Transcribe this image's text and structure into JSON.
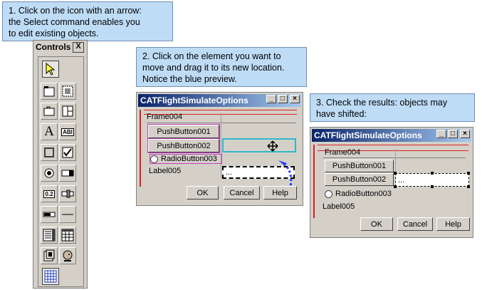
{
  "callouts": {
    "step1": [
      "1. Click on the icon with an arrow:",
      "the Select command enables you",
      "to edit existing objects."
    ],
    "step2": [
      "2. Click on the element you want to",
      "move and drag it to its new location.",
      "Notice the blue preview."
    ],
    "step3": [
      "3. Check the results: objects may",
      "have shifted:"
    ]
  },
  "toolbox": {
    "title": "Controls",
    "close": "X",
    "tools": [
      {
        "icon": "select-arrow-icon"
      },
      {
        "icon": "frame-icon"
      },
      {
        "icon": "frame-dotted-icon"
      },
      {
        "icon": "tab-container-icon"
      },
      {
        "icon": "splitter-icon"
      },
      {
        "icon": "label-icon",
        "glyph": "A"
      },
      {
        "icon": "editor-icon",
        "glyph": "ABI"
      },
      {
        "icon": "push-button-icon"
      },
      {
        "icon": "check-button-icon"
      },
      {
        "icon": "radio-button-icon"
      },
      {
        "icon": "combo-icon"
      },
      {
        "icon": "spinner-icon",
        "glyph": "0.2"
      },
      {
        "icon": "slider-icon"
      },
      {
        "icon": "progress-icon"
      },
      {
        "icon": "separator-icon"
      },
      {
        "icon": "list-icon"
      },
      {
        "icon": "multi-list-icon"
      },
      {
        "icon": "selector-list-icon"
      },
      {
        "icon": "head-icon"
      },
      {
        "icon": "grid-icon"
      }
    ]
  },
  "dialog": {
    "title": "CATFlightSimulateOptions",
    "frame": "Frame004",
    "push1": "PushButton001",
    "push2": "PushButton002",
    "radio": "RadioButton003",
    "label": "Label005",
    "editor": "...",
    "ok": "OK",
    "cancel": "Cancel",
    "help": "Help"
  },
  "colors": {
    "callout_bg": "#bfdcf7",
    "title_start": "#0a246a",
    "frame_red": "#d82020",
    "preview_blue": "#1e3cff",
    "select_magenta": "#c040c0",
    "select_cyan": "#30b8c8"
  }
}
